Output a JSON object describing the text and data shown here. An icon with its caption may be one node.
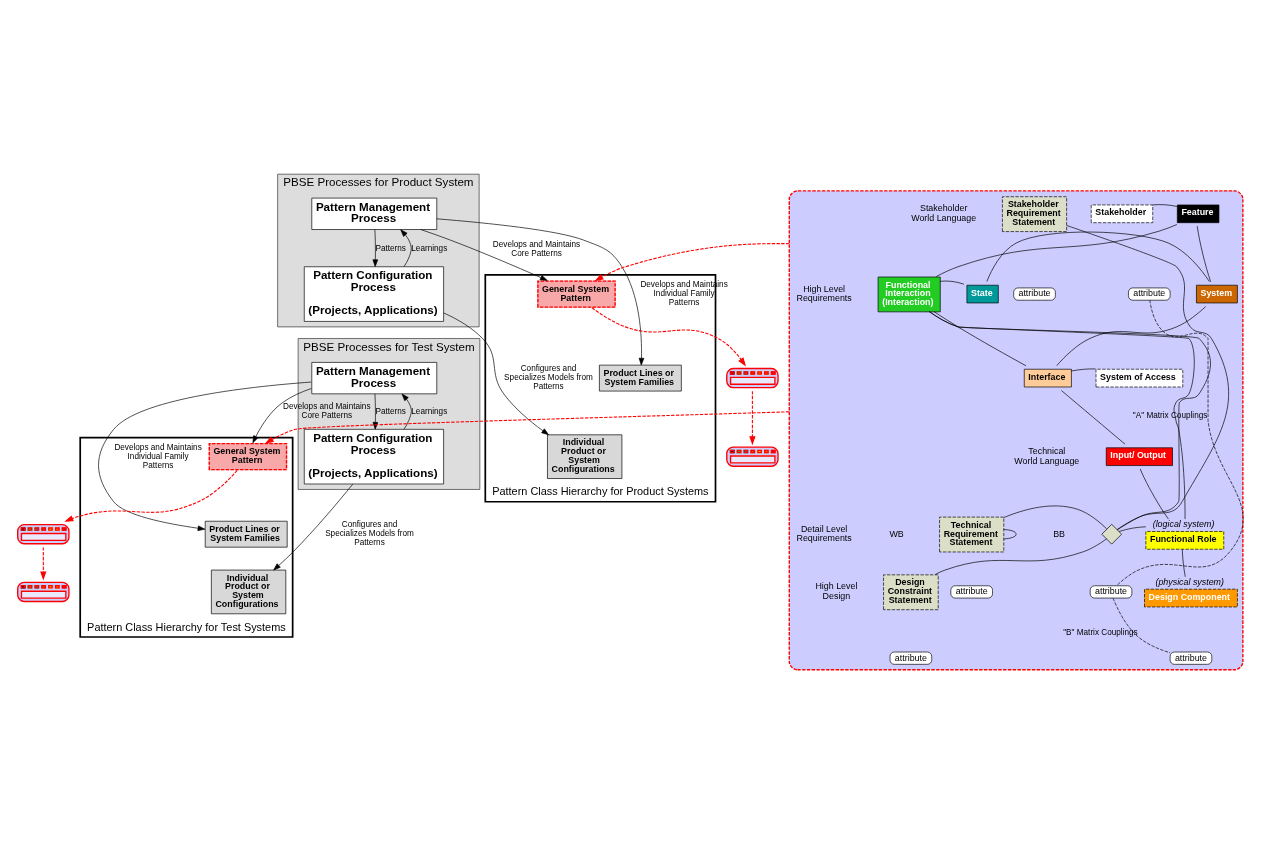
{
  "diagram": {
    "nodes": [
      {
        "text": [
          "PBSE Processes for Product System"
        ]
      },
      {
        "text": [
          "Pattern Management Process"
        ],
        "in": 0
      },
      {
        "text": [
          "Pattern Configuration Process",
          "(Projects, Applications)"
        ],
        "in": 0
      },
      {
        "text": [],
        "shape": "triangle",
        "beside": [
          "Pattern Class Hierarchy for Product Systems"
        ]
      },
      {
        "text": [
          "General System Pattern"
        ],
        "in": 3
      },
      {
        "text": [
          "Product Lines or System Families"
        ],
        "in": 3
      },
      {
        "text": [
          "Individual Product or System Configurations"
        ],
        "in": 3
      },
      {
        "text": [],
        "shape": "picture"
      },
      {
        "text": [],
        "shape": "picture"
      },
      {
        "text": [
          "PBSE Processes for Test System"
        ]
      },
      {
        "text": [
          "Pattern Management Process"
        ],
        "in": 9
      },
      {
        "text": [
          "Pattern Configuration Process",
          "(Projects, Applications)"
        ],
        "in": 9
      },
      {
        "text": [],
        "shape": "triangle",
        "beside": [
          "Pattern Class Hierarchy for Test Systems"
        ]
      },
      {
        "text": [
          "General System Pattern"
        ],
        "in": 12
      },
      {
        "text": [
          "Product Lines or System Families"
        ],
        "in": 12
      },
      {
        "text": [
          "Individual Product or System Configurations"
        ],
        "in": 12
      },
      {
        "text": [],
        "shape": "picture"
      },
      {
        "text": [],
        "shape": "picture"
      },
      {
        "text": [],
        "shape": "box"
      },
      {
        "text": [
          "Stakeholder Requirement Statement"
        ],
        "in": 18
      },
      {
        "text": [
          "Stakeholder"
        ],
        "in": 18
      },
      {
        "text": [
          "Feature"
        ],
        "in": 18
      },
      {
        "text": [
          "Functional Interaction (Interaction)"
        ],
        "in": 18
      },
      {
        "text": [
          "State"
        ],
        "in": 18
      },
      {
        "text": [
          "System"
        ],
        "in": 18
      },
      {
        "text": [
          "Interface"
        ],
        "in": 18
      },
      {
        "text": [
          "System of Access"
        ],
        "in": 18
      },
      {
        "text": [
          "Input/ Output"
        ],
        "in": 18
      },
      {
        "text": [
          "Technical Requirement Statement"
        ],
        "in": 18
      },
      {
        "text": [
          "Functional Role"
        ],
        "in": 18,
        "beside": [
          "(logical system)"
        ]
      },
      {
        "text": [
          "Design Constraint Statement"
        ],
        "in": 18
      },
      {
        "text": [
          "Design Component"
        ],
        "in": 18,
        "beside": [
          "(physical system)"
        ]
      },
      {
        "text": [],
        "shape": "diamond",
        "in": 18
      },
      {
        "text": [
          "attribute"
        ],
        "in": 18
      },
      {
        "text": [
          "attribute"
        ],
        "in": 18
      },
      {
        "text": [
          "attribute"
        ],
        "in": 18
      },
      {
        "text": [
          "attribute"
        ],
        "in": 18
      },
      {
        "text": [
          "attribute"
        ],
        "in": 18
      },
      {
        "text": [
          "attribute"
        ],
        "in": 18
      }
    ],
    "edges": [
      {
        "from": 1,
        "to": 2,
        "label": "Patterns",
        "arrow": "to"
      },
      {
        "from": 2,
        "to": 1,
        "label": "Learnings",
        "arrow": "to"
      },
      {
        "from": 1,
        "to": 4,
        "label": "Develops and Maintains Core Patterns",
        "arrow": "to"
      },
      {
        "from": 1,
        "to": 5,
        "label": "Develops and Maintains Individual Family Patterns",
        "arrow": "to"
      },
      {
        "from": 2,
        "to": 6,
        "label": "Configures and Specializes Models from Patterns",
        "arrow": "to"
      },
      {
        "from": 4,
        "to": 7,
        "arrow": "to",
        "style": "dashed",
        "color": "#ff0000"
      },
      {
        "from": 7,
        "to": 8,
        "arrow": "to",
        "style": "dashed",
        "color": "#ff0000"
      },
      {
        "from": 10,
        "to": 11,
        "label": "Patterns",
        "arrow": "to"
      },
      {
        "from": 11,
        "to": 10,
        "label": "Learnings",
        "arrow": "to"
      },
      {
        "from": 10,
        "to": 13,
        "label": "Develops and Maintains Core Patterns",
        "arrow": "to"
      },
      {
        "from": 10,
        "to": 14,
        "label": "Develops and Maintains Individual Family Patterns",
        "arrow": "to"
      },
      {
        "from": 11,
        "to": 15,
        "label": "Configures and Specializes Models from Patterns",
        "arrow": "to"
      },
      {
        "from": 13,
        "to": 16,
        "arrow": "to",
        "style": "dashed",
        "color": "#ff0000"
      },
      {
        "from": 16,
        "to": 17,
        "arrow": "to",
        "style": "dashed",
        "color": "#ff0000"
      },
      {
        "from": 18,
        "to": 4,
        "arrow": "to",
        "style": "dashed",
        "color": "#ff0000"
      },
      {
        "from": 18,
        "to": 13,
        "arrow": "to",
        "style": "dashed",
        "color": "#ff0000"
      },
      {
        "from": 20,
        "to": 21,
        "arrow": "none"
      },
      {
        "from": 21,
        "to": 24,
        "arrow": "none"
      },
      {
        "from": 21,
        "to": 22,
        "arrow": "none"
      },
      {
        "from": 22,
        "to": 23,
        "arrow": "none"
      },
      {
        "from": 23,
        "to": 24,
        "arrow": "none"
      },
      {
        "from": 24,
        "to": 25,
        "arrow": "none"
      },
      {
        "from": 22,
        "to": 25,
        "arrow": "none"
      },
      {
        "from": 25,
        "to": 26,
        "arrow": "none"
      },
      {
        "from": 25,
        "to": 27,
        "arrow": "none"
      },
      {
        "from": 27,
        "to": 29,
        "arrow": "none"
      },
      {
        "from": 22,
        "to": 29,
        "arrow": "none"
      },
      {
        "from": 22,
        "to": 32,
        "arrow": "none"
      },
      {
        "from": 19,
        "to": 32,
        "arrow": "none"
      },
      {
        "from": 28,
        "to": 32,
        "arrow": "none"
      },
      {
        "from": 30,
        "to": 32,
        "arrow": "none"
      },
      {
        "from": 32,
        "to": 29,
        "arrow": "none"
      },
      {
        "from": 29,
        "to": 31,
        "arrow": "none"
      },
      {
        "from": 28,
        "to": 28,
        "arrow": "none"
      },
      {
        "from": 34,
        "to": 36,
        "label": "\"A\" Matrix Couplings",
        "arrow": "none",
        "style": "dashed"
      },
      {
        "from": 36,
        "to": 38,
        "label": "\"B\" Matrix Couplings",
        "arrow": "none",
        "style": "dashed"
      }
    ],
    "labels": [
      "Stakeholder World Language",
      "High Level Requirements",
      "Technical World Language",
      "Detail Level Requirements",
      "High Level Design",
      "BB",
      "WB"
    ]
  }
}
